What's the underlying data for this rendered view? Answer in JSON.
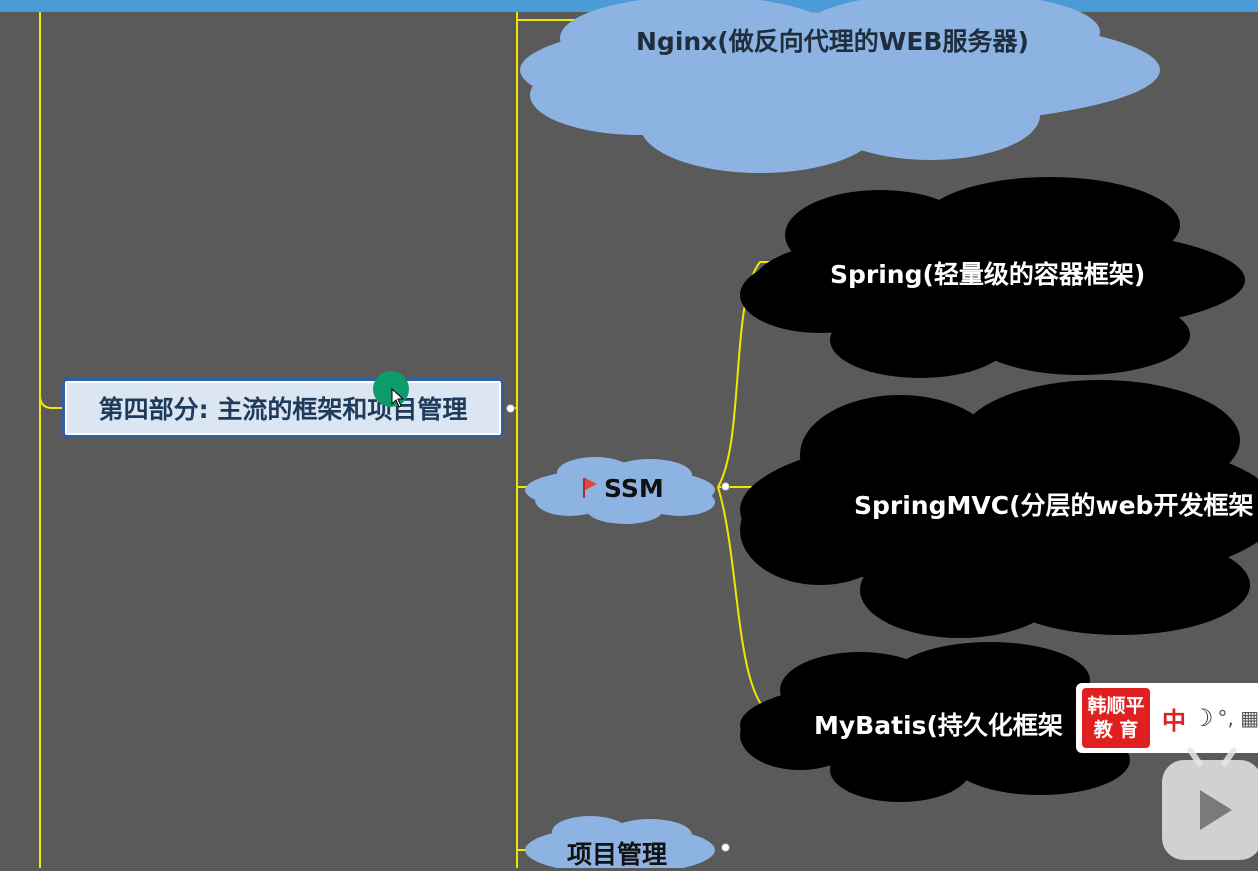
{
  "mindmap": {
    "central_topic": "第四部分: 主流的框架和项目管理",
    "nodes": {
      "nginx": "Nginx(做反向代理的WEB服务器)",
      "ssm": "SSM",
      "spring": "Spring(轻量级的容器框架)",
      "springmvc": "SpringMVC(分层的web开发框架",
      "mybatis": "MyBatis(持久化框架",
      "project": "项目管理"
    }
  },
  "watermark": {
    "logo_line1": "韩顺平",
    "logo_line2": "教 育",
    "ime_label": "中"
  },
  "colors": {
    "background": "#5a5a5a",
    "line": "#f2e600",
    "cloud_blue": "#8db3e2",
    "cloud_black": "#000000",
    "flag": "#e8433a"
  },
  "icons": {
    "ssm_flag": "flag-icon",
    "player": "bilibili-play-icon"
  }
}
